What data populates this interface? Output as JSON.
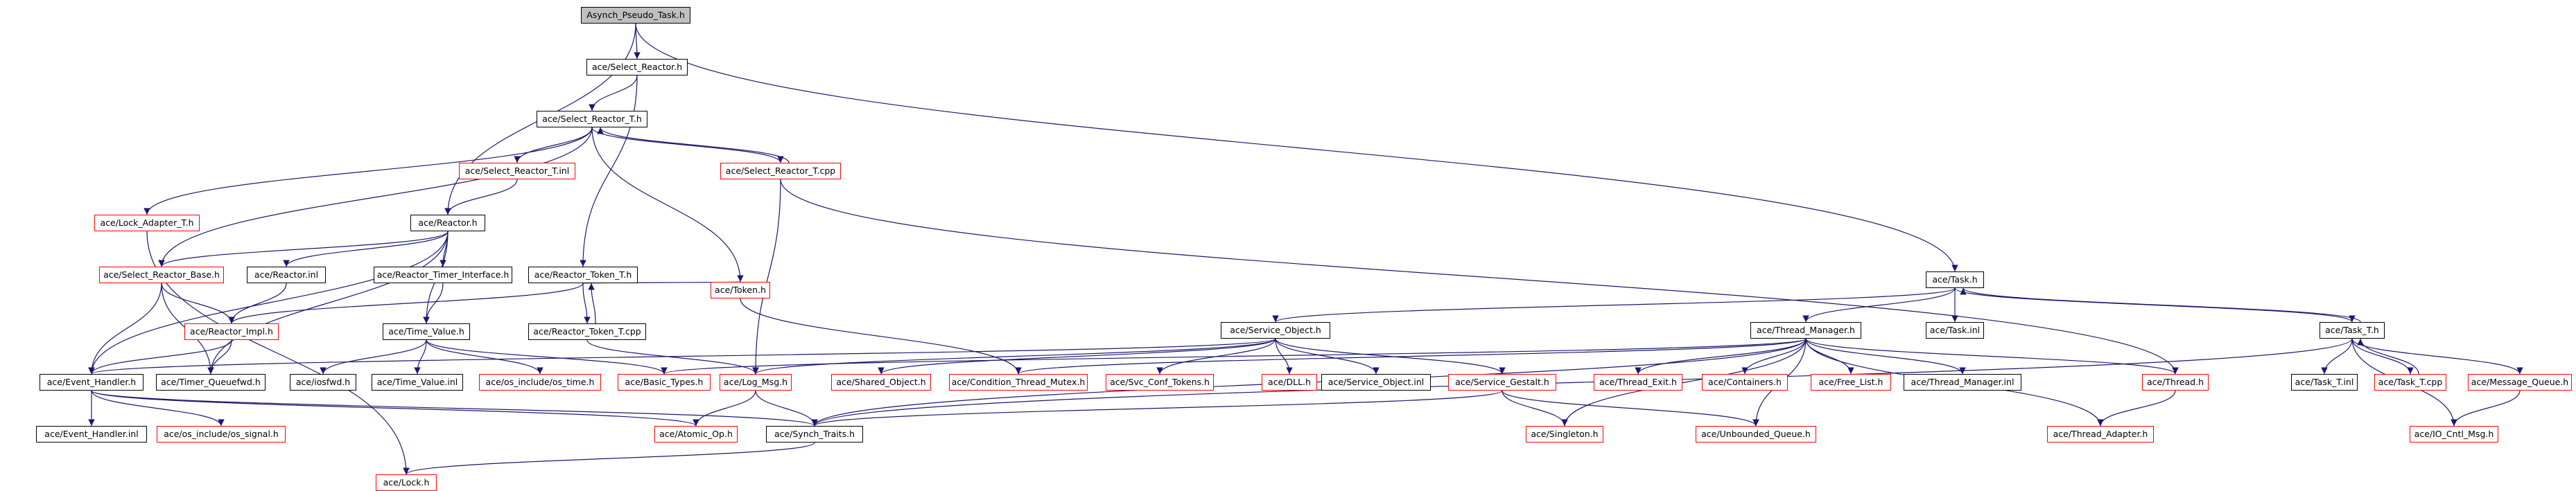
{
  "colors": {
    "edge": "#191970",
    "border_ok": "#000000",
    "border_incomplete": "#ff0000",
    "root_fill": "#bfbfbf",
    "node_fill": "#ffffff"
  },
  "nodes": [
    {
      "id": "root",
      "label": "Asynch_Pseudo_Task.h",
      "kind": "root"
    },
    {
      "id": "select_reactor_h",
      "label": "ace/Select_Reactor.h",
      "kind": "ok"
    },
    {
      "id": "select_reactor_t_h",
      "label": "ace/Select_Reactor_T.h",
      "kind": "ok"
    },
    {
      "id": "lock_adapter_t_h",
      "label": "ace/Lock_Adapter_T.h",
      "kind": "incomplete"
    },
    {
      "id": "select_reactor_t_inl",
      "label": "ace/Select_Reactor_T.inl",
      "kind": "incomplete"
    },
    {
      "id": "select_reactor_t_cpp",
      "label": "ace/Select_Reactor_T.cpp",
      "kind": "incomplete"
    },
    {
      "id": "reactor_h",
      "label": "ace/Reactor.h",
      "kind": "ok"
    },
    {
      "id": "select_reactor_base",
      "label": "ace/Select_Reactor_Base.h",
      "kind": "incomplete"
    },
    {
      "id": "reactor_inl",
      "label": "ace/Reactor.inl",
      "kind": "ok"
    },
    {
      "id": "reactor_timer_interface",
      "label": "ace/Reactor_Timer_Interface.h",
      "kind": "ok"
    },
    {
      "id": "reactor_token_t_h",
      "label": "ace/Reactor_Token_T.h",
      "kind": "ok"
    },
    {
      "id": "token_h",
      "label": "ace/Token.h",
      "kind": "incomplete"
    },
    {
      "id": "reactor_impl_h",
      "label": "ace/Reactor_Impl.h",
      "kind": "incomplete"
    },
    {
      "id": "time_value_h",
      "label": "ace/Time_Value.h",
      "kind": "ok"
    },
    {
      "id": "reactor_token_t_cpp",
      "label": "ace/Reactor_Token_T.cpp",
      "kind": "ok"
    },
    {
      "id": "task_h",
      "label": "ace/Task.h",
      "kind": "ok"
    },
    {
      "id": "service_object_h",
      "label": "ace/Service_Object.h",
      "kind": "ok"
    },
    {
      "id": "thread_manager_h",
      "label": "ace/Thread_Manager.h",
      "kind": "ok"
    },
    {
      "id": "task_inl",
      "label": "ace/Task.inl",
      "kind": "ok"
    },
    {
      "id": "task_t_h",
      "label": "ace/Task_T.h",
      "kind": "ok"
    },
    {
      "id": "event_handler_h",
      "label": "ace/Event_Handler.h",
      "kind": "ok"
    },
    {
      "id": "timer_queuefwd_h",
      "label": "ace/Timer_Queuefwd.h",
      "kind": "ok"
    },
    {
      "id": "iosfwd_h",
      "label": "ace/iosfwd.h",
      "kind": "ok"
    },
    {
      "id": "time_value_inl",
      "label": "ace/Time_Value.inl",
      "kind": "ok"
    },
    {
      "id": "os_include_os_time",
      "label": "ace/os_include/os_time.h",
      "kind": "incomplete"
    },
    {
      "id": "basic_types_h",
      "label": "ace/Basic_Types.h",
      "kind": "incomplete"
    },
    {
      "id": "log_msg_h",
      "label": "ace/Log_Msg.h",
      "kind": "incomplete"
    },
    {
      "id": "shared_object_h",
      "label": "ace/Shared_Object.h",
      "kind": "incomplete"
    },
    {
      "id": "condition_thread_mutex_h",
      "label": "ace/Condition_Thread_Mutex.h",
      "kind": "incomplete"
    },
    {
      "id": "svc_conf_tokens_h",
      "label": "ace/Svc_Conf_Tokens.h",
      "kind": "incomplete"
    },
    {
      "id": "dll_h",
      "label": "ace/DLL.h",
      "kind": "incomplete"
    },
    {
      "id": "service_object_inl",
      "label": "ace/Service_Object.inl",
      "kind": "ok"
    },
    {
      "id": "service_gestalt_h",
      "label": "ace/Service_Gestalt.h",
      "kind": "incomplete"
    },
    {
      "id": "thread_exit_h",
      "label": "ace/Thread_Exit.h",
      "kind": "incomplete"
    },
    {
      "id": "containers_h",
      "label": "ace/Containers.h",
      "kind": "incomplete"
    },
    {
      "id": "free_list_h",
      "label": "ace/Free_List.h",
      "kind": "incomplete"
    },
    {
      "id": "thread_manager_inl",
      "label": "ace/Thread_Manager.inl",
      "kind": "ok"
    },
    {
      "id": "thread_h",
      "label": "ace/Thread.h",
      "kind": "incomplete"
    },
    {
      "id": "task_t_inl",
      "label": "ace/Task_T.inl",
      "kind": "ok"
    },
    {
      "id": "task_t_cpp",
      "label": "ace/Task_T.cpp",
      "kind": "incomplete"
    },
    {
      "id": "message_queue_h",
      "label": "ace/Message_Queue.h",
      "kind": "incomplete"
    },
    {
      "id": "event_handler_inl",
      "label": "ace/Event_Handler.inl",
      "kind": "ok"
    },
    {
      "id": "os_include_os_signal",
      "label": "ace/os_include/os_signal.h",
      "kind": "incomplete"
    },
    {
      "id": "atomic_op_h",
      "label": "ace/Atomic_Op.h",
      "kind": "incomplete"
    },
    {
      "id": "synch_traits_h",
      "label": "ace/Synch_Traits.h",
      "kind": "ok"
    },
    {
      "id": "singleton_h",
      "label": "ace/Singleton.h",
      "kind": "incomplete"
    },
    {
      "id": "unbounded_queue_h",
      "label": "ace/Unbounded_Queue.h",
      "kind": "incomplete"
    },
    {
      "id": "thread_adapter_h",
      "label": "ace/Thread_Adapter.h",
      "kind": "incomplete"
    },
    {
      "id": "io_cntl_msg_h",
      "label": "ace/IO_Cntl_Msg.h",
      "kind": "incomplete"
    },
    {
      "id": "lock_h",
      "label": "ace/Lock.h",
      "kind": "incomplete"
    }
  ],
  "edges": [
    [
      "root",
      "select_reactor_h"
    ],
    [
      "root",
      "reactor_h"
    ],
    [
      "root",
      "task_h"
    ],
    [
      "select_reactor_h",
      "select_reactor_t_h"
    ],
    [
      "select_reactor_h",
      "reactor_token_t_h"
    ],
    [
      "select_reactor_t_h",
      "lock_adapter_t_h"
    ],
    [
      "select_reactor_t_h",
      "select_reactor_t_inl"
    ],
    [
      "select_reactor_t_h",
      "select_reactor_t_cpp"
    ],
    [
      "select_reactor_t_h",
      "select_reactor_base"
    ],
    [
      "select_reactor_t_h",
      "token_h"
    ],
    [
      "select_reactor_t_cpp",
      "select_reactor_t_h"
    ],
    [
      "select_reactor_t_cpp",
      "log_msg_h"
    ],
    [
      "select_reactor_t_cpp",
      "thread_h"
    ],
    [
      "select_reactor_t_inl",
      "reactor_h"
    ],
    [
      "lock_adapter_t_h",
      "lock_h"
    ],
    [
      "reactor_h",
      "select_reactor_base"
    ],
    [
      "reactor_h",
      "reactor_inl"
    ],
    [
      "reactor_h",
      "reactor_timer_interface"
    ],
    [
      "reactor_h",
      "event_handler_h"
    ],
    [
      "reactor_h",
      "time_value_h"
    ],
    [
      "reactor_h",
      "timer_queuefwd_h"
    ],
    [
      "select_reactor_base",
      "reactor_impl_h"
    ],
    [
      "select_reactor_base",
      "event_handler_h"
    ],
    [
      "select_reactor_base",
      "timer_queuefwd_h"
    ],
    [
      "reactor_inl",
      "reactor_impl_h"
    ],
    [
      "reactor_timer_interface",
      "time_value_h"
    ],
    [
      "reactor_token_t_h",
      "reactor_token_t_cpp"
    ],
    [
      "reactor_token_t_h",
      "token_h"
    ],
    [
      "reactor_token_t_h",
      "reactor_impl_h"
    ],
    [
      "reactor_token_t_cpp",
      "reactor_token_t_h"
    ],
    [
      "reactor_token_t_cpp",
      "log_msg_h"
    ],
    [
      "token_h",
      "condition_thread_mutex_h"
    ],
    [
      "reactor_impl_h",
      "timer_queuefwd_h"
    ],
    [
      "reactor_impl_h",
      "event_handler_h"
    ],
    [
      "time_value_h",
      "iosfwd_h"
    ],
    [
      "time_value_h",
      "time_value_inl"
    ],
    [
      "time_value_h",
      "os_include_os_time"
    ],
    [
      "time_value_h",
      "basic_types_h"
    ],
    [
      "task_h",
      "service_object_h"
    ],
    [
      "task_h",
      "thread_manager_h"
    ],
    [
      "task_h",
      "task_inl"
    ],
    [
      "task_h",
      "task_t_h"
    ],
    [
      "service_object_h",
      "event_handler_h"
    ],
    [
      "service_object_h",
      "shared_object_h"
    ],
    [
      "service_object_h",
      "svc_conf_tokens_h"
    ],
    [
      "service_object_h",
      "dll_h"
    ],
    [
      "service_object_h",
      "service_object_inl"
    ],
    [
      "service_object_h",
      "service_gestalt_h"
    ],
    [
      "service_object_h",
      "log_msg_h"
    ],
    [
      "service_gestalt_h",
      "singleton_h"
    ],
    [
      "service_gestalt_h",
      "unbounded_queue_h"
    ],
    [
      "service_gestalt_h",
      "synch_traits_h"
    ],
    [
      "thread_manager_h",
      "thread_exit_h"
    ],
    [
      "thread_manager_h",
      "containers_h"
    ],
    [
      "thread_manager_h",
      "free_list_h"
    ],
    [
      "thread_manager_h",
      "thread_manager_inl"
    ],
    [
      "thread_manager_h",
      "thread_h"
    ],
    [
      "thread_manager_h",
      "condition_thread_mutex_h"
    ],
    [
      "thread_manager_h",
      "synch_traits_h"
    ],
    [
      "thread_manager_h",
      "basic_types_h"
    ],
    [
      "thread_manager_h",
      "thread_adapter_h"
    ],
    [
      "thread_manager_h",
      "unbounded_queue_h"
    ],
    [
      "thread_manager_h",
      "singleton_h"
    ],
    [
      "thread_h",
      "thread_adapter_h"
    ],
    [
      "task_t_h",
      "task_h"
    ],
    [
      "task_t_h",
      "task_t_inl"
    ],
    [
      "task_t_h",
      "task_t_cpp"
    ],
    [
      "task_t_h",
      "message_queue_h"
    ],
    [
      "task_t_h",
      "io_cntl_msg_h"
    ],
    [
      "task_t_h",
      "synch_traits_h"
    ],
    [
      "task_t_cpp",
      "task_t_h"
    ],
    [
      "message_queue_h",
      "io_cntl_msg_h"
    ],
    [
      "event_handler_h",
      "event_handler_inl"
    ],
    [
      "event_handler_h",
      "os_include_os_signal"
    ],
    [
      "event_handler_h",
      "atomic_op_h"
    ],
    [
      "event_handler_h",
      "synch_traits_h"
    ],
    [
      "log_msg_h",
      "atomic_op_h"
    ],
    [
      "log_msg_h",
      "synch_traits_h"
    ],
    [
      "synch_traits_h",
      "lock_h"
    ]
  ]
}
